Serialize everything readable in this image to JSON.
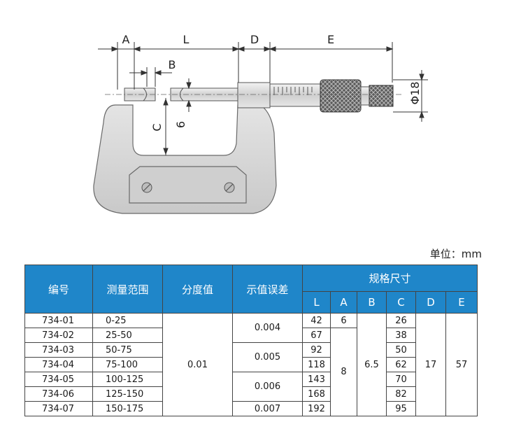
{
  "diagram": {
    "dim_labels": {
      "A": "A",
      "L": "L",
      "D": "D",
      "E": "E",
      "B": "B",
      "C": "C",
      "six": "6",
      "phi": "Φ18"
    }
  },
  "unit": "单位：mm",
  "table": {
    "headers": {
      "code": "编号",
      "range": "测量范围",
      "resolution": "分度值",
      "error": "示值误差",
      "spec": "规格尺寸"
    },
    "sub_headers": [
      "L",
      "A",
      "B",
      "C",
      "D",
      "E"
    ],
    "rows": [
      {
        "code": "734-01",
        "range": "0-25",
        "L": "42",
        "C": "26"
      },
      {
        "code": "734-02",
        "range": "25-50",
        "L": "67",
        "C": "38"
      },
      {
        "code": "734-03",
        "range": "50-75",
        "L": "92",
        "C": "50"
      },
      {
        "code": "734-04",
        "range": "75-100",
        "L": "118",
        "C": "62"
      },
      {
        "code": "734-05",
        "range": "100-125",
        "L": "143",
        "C": "70"
      },
      {
        "code": "734-06",
        "range": "125-150",
        "L": "168",
        "C": "82"
      },
      {
        "code": "734-07",
        "range": "150-175",
        "L": "192",
        "C": "95"
      }
    ],
    "resolution": "0.01",
    "errors": [
      "0.004",
      "0.005",
      "0.006",
      "0.007"
    ],
    "A_values": [
      "6",
      "8"
    ],
    "B": "6.5",
    "D": "17",
    "E": "57"
  },
  "colors": {
    "header_bg": "#1f86c9",
    "header_text": "#ffffff"
  }
}
